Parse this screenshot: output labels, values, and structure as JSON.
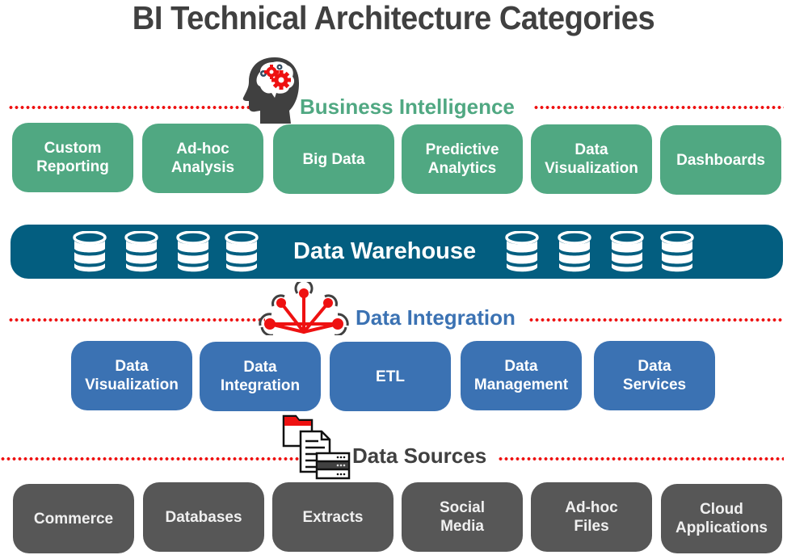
{
  "title": "BI Technical Architecture Categories",
  "colors": {
    "business_intelligence": "#50a882",
    "data_warehouse": "#035e80",
    "data_integration": "#3b72b3",
    "data_sources": "#575757",
    "title": "#404040",
    "dotted_line": "#ee1111"
  },
  "sections": {
    "business_intelligence": {
      "label": "Business Intelligence",
      "icon": "brain-gears-icon",
      "items": [
        {
          "label": "Custom\nReporting"
        },
        {
          "label": "Ad-hoc\nAnalysis"
        },
        {
          "label": "Big Data"
        },
        {
          "label": "Predictive\nAnalytics"
        },
        {
          "label": "Data\nVisualization"
        },
        {
          "label": "Dashboards"
        }
      ]
    },
    "data_warehouse": {
      "label": "Data Warehouse",
      "icon": "database-icon",
      "icon_count": 8
    },
    "data_integration": {
      "label": "Data Integration",
      "icon": "network-hub-icon",
      "items": [
        {
          "label": "Data\nVisualization"
        },
        {
          "label": "Data\nIntegration"
        },
        {
          "label": "ETL"
        },
        {
          "label": "Data\nManagement"
        },
        {
          "label": "Data\nServices"
        }
      ]
    },
    "data_sources": {
      "label": "Data Sources",
      "icon": "files-server-icon",
      "items": [
        {
          "label": "Commerce"
        },
        {
          "label": "Databases"
        },
        {
          "label": "Extracts"
        },
        {
          "label": "Social\nMedia"
        },
        {
          "label": "Ad-hoc\nFiles"
        },
        {
          "label": "Cloud\nApplications"
        }
      ]
    }
  }
}
